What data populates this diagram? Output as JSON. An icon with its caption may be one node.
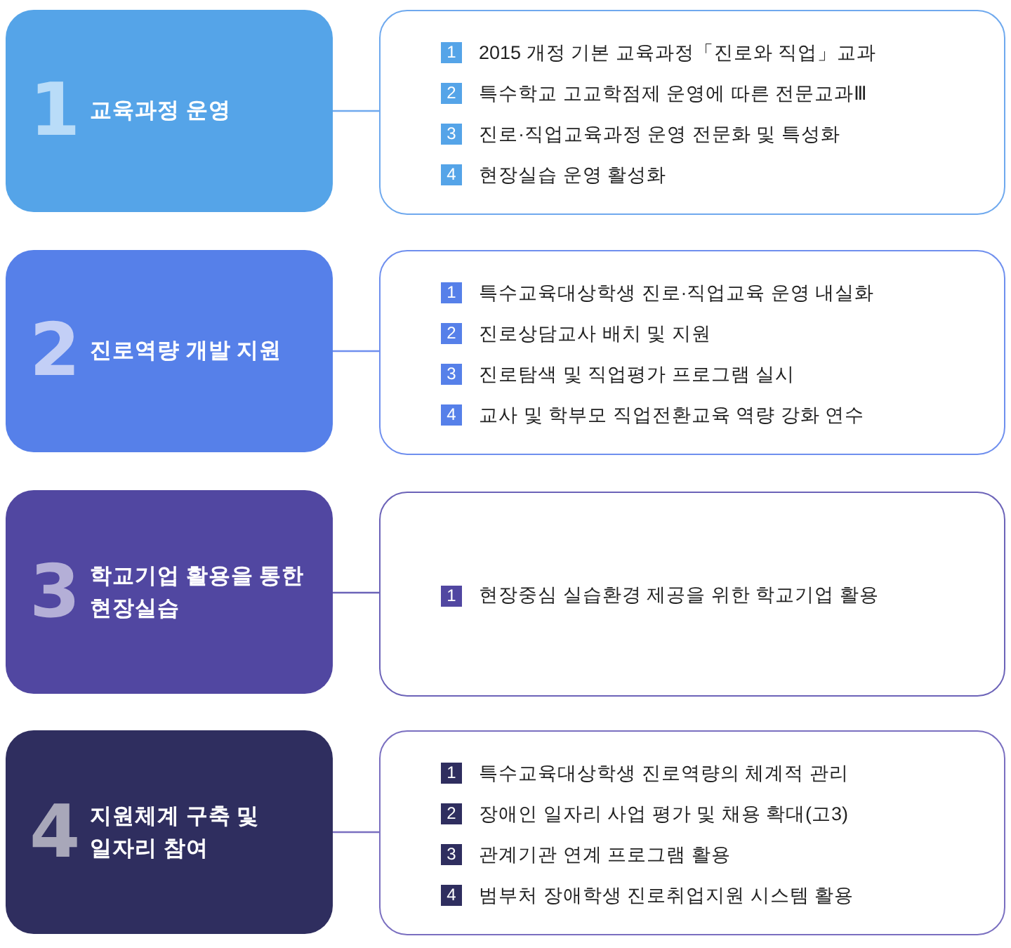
{
  "diagram": {
    "nodes": [
      {
        "text": [
          "1",
          "교육과정 운영"
        ]
      },
      {
        "text": [],
        "shape": "box"
      },
      {
        "text": [
          "1"
        ],
        "in": 1,
        "beside": [
          "2015 개정 기본 교육과정「진로와 직업」교과"
        ]
      },
      {
        "text": [
          "2"
        ],
        "in": 1,
        "beside": [
          "특수학교 고교학점제 운영에 따른 전문교과Ⅲ"
        ]
      },
      {
        "text": [
          "3"
        ],
        "in": 1,
        "beside": [
          "진로·직업교육과정 운영 전문화 및 특성화"
        ]
      },
      {
        "text": [
          "4"
        ],
        "in": 1,
        "beside": [
          "현장실습 운영 활성화"
        ]
      },
      {
        "text": [
          "2",
          "진로역량 개발 지원"
        ]
      },
      {
        "text": [],
        "shape": "box"
      },
      {
        "text": [
          "1"
        ],
        "in": 7,
        "beside": [
          "특수교육대상학생 진로·직업교육 운영 내실화"
        ]
      },
      {
        "text": [
          "2"
        ],
        "in": 7,
        "beside": [
          "진로상담교사 배치 및 지원"
        ]
      },
      {
        "text": [
          "3"
        ],
        "in": 7,
        "beside": [
          "진로탐색 및 직업평가 프로그램 실시"
        ]
      },
      {
        "text": [
          "4"
        ],
        "in": 7,
        "beside": [
          "교사 및 학부모 직업전환교육 역량 강화 연수"
        ]
      },
      {
        "text": [
          "3",
          "학교기업 활용을 통한 현장실습"
        ]
      },
      {
        "text": [],
        "shape": "box"
      },
      {
        "text": [
          "1"
        ],
        "in": 13,
        "beside": [
          "현장중심 실습환경 제공을 위한 학교기업 활용"
        ]
      },
      {
        "text": [
          "4",
          "지원체계 구축 및 일자리 참여"
        ]
      },
      {
        "text": [],
        "shape": "box"
      },
      {
        "text": [
          "1"
        ],
        "in": 16,
        "beside": [
          "특수교육대상학생 진로역량의 체계적 관리"
        ]
      },
      {
        "text": [
          "2"
        ],
        "in": 16,
        "beside": [
          "장애인 일자리 사업 평가 및 채용 확대(고3)"
        ]
      },
      {
        "text": [
          "3"
        ],
        "in": 16,
        "beside": [
          "관계기관 연계 프로그램 활용"
        ]
      },
      {
        "text": [
          "4"
        ],
        "in": 16,
        "beside": [
          "범부처 장애학생 진로취업지원 시스템 활용"
        ]
      }
    ],
    "edges": [
      {
        "from": 0,
        "to": 1,
        "arrow": "none"
      },
      {
        "from": 6,
        "to": 7,
        "arrow": "none"
      },
      {
        "from": 12,
        "to": 13,
        "arrow": "none"
      },
      {
        "from": 15,
        "to": 16,
        "arrow": "none"
      }
    ]
  }
}
